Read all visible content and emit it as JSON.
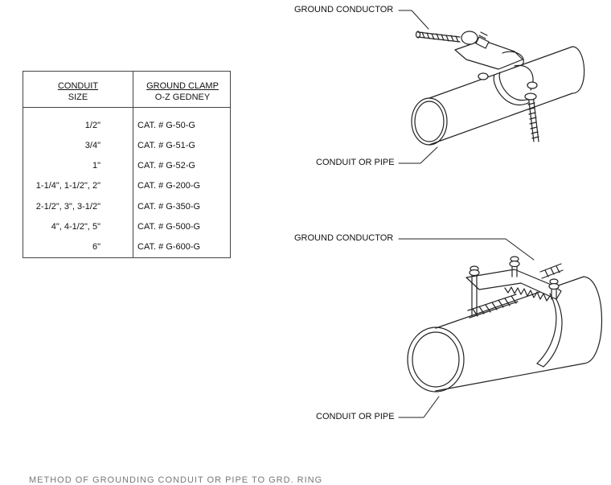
{
  "table": {
    "header_left_line1": "CONDUIT",
    "header_left_line2": "SIZE",
    "header_right_line1": "GROUND CLAMP",
    "header_right_line2": "O-Z GEDNEY",
    "rows": [
      {
        "size": "1/2\"",
        "cat": "CAT. # G-50-G"
      },
      {
        "size": "3/4\"",
        "cat": "CAT. # G-51-G"
      },
      {
        "size": "1\"",
        "cat": "CAT. # G-52-G"
      },
      {
        "size": "1-1/4\", 1-1/2\", 2\"",
        "cat": "CAT. # G-200-G"
      },
      {
        "size": "2-1/2\", 3\", 3-1/2\"",
        "cat": "CAT. # G-350-G"
      },
      {
        "size": "4\", 4-1/2\", 5\"",
        "cat": "CAT. # G-500-G"
      },
      {
        "size": "6\"",
        "cat": "CAT. # G-600-G"
      }
    ]
  },
  "callouts": {
    "top_ground": "GROUND CONDUCTOR",
    "top_conduit": "CONDUIT OR PIPE",
    "bottom_ground": "GROUND CONDUCTOR",
    "bottom_conduit": "CONDUIT OR PIPE"
  },
  "footer": "METHOD OF GROUNDING CONDUIT OR PIPE TO GRD. RING"
}
